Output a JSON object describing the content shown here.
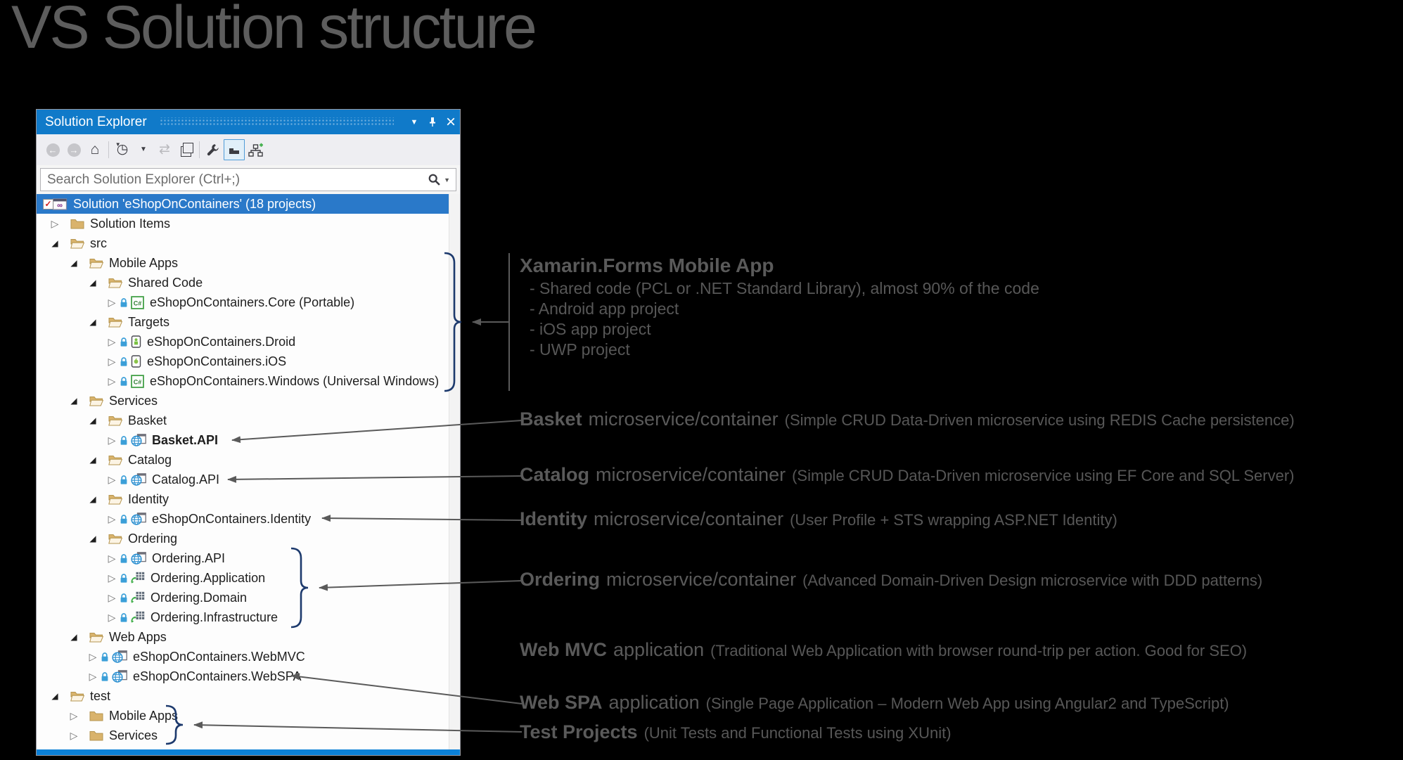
{
  "page": {
    "title": "VS Solution structure"
  },
  "panel": {
    "title": "Solution Explorer",
    "titlebar_buttons": [
      "window-position-menu-button",
      "pin-button",
      "close-button"
    ],
    "toolbar": {
      "items": [
        "back-icon",
        "forward-icon",
        "home-icon",
        "separator",
        "history-filter-icon",
        "history-dropdown-icon",
        "sync-icon",
        "show-all-files-icon",
        "separator",
        "properties-wrench-icon",
        "collapse-all-icon",
        "solution-diagram-icon"
      ]
    },
    "search": {
      "placeholder": "Search Solution Explorer (Ctrl+;)"
    },
    "tree": {
      "rows": [
        {
          "label": "Solution 'eShopOnContainers' (18 projects)",
          "type": "solution",
          "level": 0,
          "selected": true
        },
        {
          "label": "Solution Items",
          "level": 1,
          "state": "collapsed",
          "icon": "folder-closed"
        },
        {
          "label": "src",
          "level": 1,
          "state": "expanded",
          "icon": "folder-open"
        },
        {
          "label": "Mobile Apps",
          "level": 2,
          "state": "expanded",
          "icon": "folder-open"
        },
        {
          "label": "Shared Code",
          "level": 3,
          "state": "expanded",
          "icon": "folder-open"
        },
        {
          "label": "eShopOnContainers.Core (Portable)",
          "level": 4,
          "state": "collapsed",
          "icon": "csharp",
          "lock": true
        },
        {
          "label": "Targets",
          "level": 3,
          "state": "expanded",
          "icon": "folder-open"
        },
        {
          "label": "eShopOnContainers.Droid",
          "level": 4,
          "state": "collapsed",
          "icon": "android",
          "lock": true
        },
        {
          "label": "eShopOnContainers.iOS",
          "level": 4,
          "state": "collapsed",
          "icon": "ios",
          "lock": true
        },
        {
          "label": "eShopOnContainers.Windows (Universal Windows)",
          "level": 4,
          "state": "collapsed",
          "icon": "csharp",
          "lock": true
        },
        {
          "label": "Services",
          "level": 2,
          "state": "expanded",
          "icon": "folder-open"
        },
        {
          "label": "Basket",
          "level": 3,
          "state": "expanded",
          "icon": "folder-open"
        },
        {
          "label": "Basket.API",
          "level": 4,
          "state": "collapsed",
          "icon": "web",
          "lock": true,
          "bold": true
        },
        {
          "label": "Catalog",
          "level": 3,
          "state": "expanded",
          "icon": "folder-open"
        },
        {
          "label": "Catalog.API",
          "level": 4,
          "state": "collapsed",
          "icon": "web",
          "lock": true
        },
        {
          "label": "Identity",
          "level": 3,
          "state": "expanded",
          "icon": "folder-open"
        },
        {
          "label": "eShopOnContainers.Identity",
          "level": 4,
          "state": "collapsed",
          "icon": "web",
          "lock": true
        },
        {
          "label": "Ordering",
          "level": 3,
          "state": "expanded",
          "icon": "folder-open"
        },
        {
          "label": "Ordering.API",
          "level": 4,
          "state": "collapsed",
          "icon": "web",
          "lock": true
        },
        {
          "label": "Ordering.Application",
          "level": 4,
          "state": "collapsed",
          "icon": "classlib",
          "lock": true
        },
        {
          "label": "Ordering.Domain",
          "level": 4,
          "state": "collapsed",
          "icon": "classlib",
          "lock": true
        },
        {
          "label": "Ordering.Infrastructure",
          "level": 4,
          "state": "collapsed",
          "icon": "classlib",
          "lock": true
        },
        {
          "label": "Web Apps",
          "level": 2,
          "state": "expanded",
          "icon": "folder-open"
        },
        {
          "label": "eShopOnContainers.WebMVC",
          "level": 3,
          "state": "collapsed",
          "icon": "web",
          "lock": true
        },
        {
          "label": "eShopOnContainers.WebSPA",
          "level": 3,
          "state": "collapsed",
          "icon": "web",
          "lock": true
        },
        {
          "label": "test",
          "level": 1,
          "state": "expanded",
          "icon": "folder-open"
        },
        {
          "label": "Mobile Apps",
          "level": 2,
          "state": "collapsed",
          "icon": "folder-closed"
        },
        {
          "label": "Services",
          "level": 2,
          "state": "collapsed",
          "icon": "folder-closed"
        }
      ]
    }
  },
  "annotations": {
    "xamarin": {
      "heading": "Xamarin.Forms Mobile App",
      "items": [
        "- Shared code (PCL or .NET Standard Library), almost 90% of the code",
        "- Android app project",
        "- iOS app project",
        "- UWP project"
      ]
    },
    "callouts": [
      {
        "id": "basket",
        "lead": "Basket",
        "mid": "microservice/container",
        "paren": "(Simple CRUD Data-Driven microservice using REDIS Cache persistence)"
      },
      {
        "id": "catalog",
        "lead": "Catalog",
        "mid": "microservice/container",
        "paren": "(Simple CRUD Data-Driven microservice using EF Core and SQL Server)"
      },
      {
        "id": "identity",
        "lead": "Identity",
        "mid": "microservice/container",
        "paren": "(User Profile + STS wrapping ASP.NET Identity)"
      },
      {
        "id": "ordering",
        "lead": "Ordering",
        "mid": "microservice/container",
        "paren": "(Advanced Domain-Driven Design microservice with DDD patterns)"
      },
      {
        "id": "webmvc",
        "lead": "Web MVC",
        "mid": "application",
        "paren": "(Traditional Web Application with browser round-trip per action. Good for SEO)"
      },
      {
        "id": "webspa",
        "lead": "Web SPA",
        "mid": "application",
        "paren": "(Single Page Application – Modern Web App using Angular2 and TypeScript)"
      },
      {
        "id": "test",
        "lead": "Test Projects",
        "mid": "",
        "paren": "(Unit Tests and Functional Tests using XUnit)"
      }
    ]
  },
  "colors": {
    "background": "#000000",
    "titlebar_blue": "#107ac9",
    "selection_blue": "#2a79c9",
    "folder_tan": "#d9b36c",
    "lock_blue": "#3b9fd8",
    "annotation_gray": "#5a5a5a",
    "brace_navy": "#1d3a6d",
    "arrow_gray": "#5a5a5a"
  }
}
